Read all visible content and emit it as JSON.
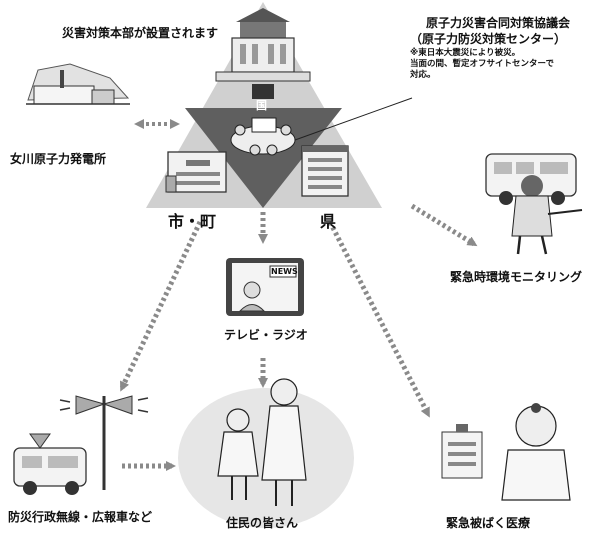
{
  "labels": {
    "hq": "災害対策本部が設置されます",
    "council_title": "原子力災害合同対策協議会",
    "council_subtitle": "（原子力防災対策センター）",
    "council_note1": "※東日本大震災により被災。",
    "council_note2": "当面の間、暫定オフサイトセンターで",
    "council_note3": "対応。",
    "plant": "女川原子力発電所",
    "national": "国",
    "city": "市・町",
    "prefecture": "県",
    "tv_radio": "テレビ・ラジオ",
    "monitoring": "緊急時環境モニタリング",
    "broadcast": "防災行政無線・広報車など",
    "residents": "住民の皆さん",
    "medical": "緊急被ばく医療",
    "news": "NEWS"
  },
  "icons": [
    "government-building-icon",
    "meeting-icon",
    "city-hall-icon",
    "prefecture-building-icon",
    "power-plant-icon",
    "television-icon",
    "family-icon",
    "monitoring-van-icon",
    "doctor-icon",
    "loudspeaker-icon",
    "pa-van-icon"
  ],
  "colors": {
    "triangle_light": "#d0d0d0",
    "triangle_dark": "#5f5f5f",
    "arrow": "#8a8a8a",
    "residents_circle": "#e6e6e6"
  }
}
